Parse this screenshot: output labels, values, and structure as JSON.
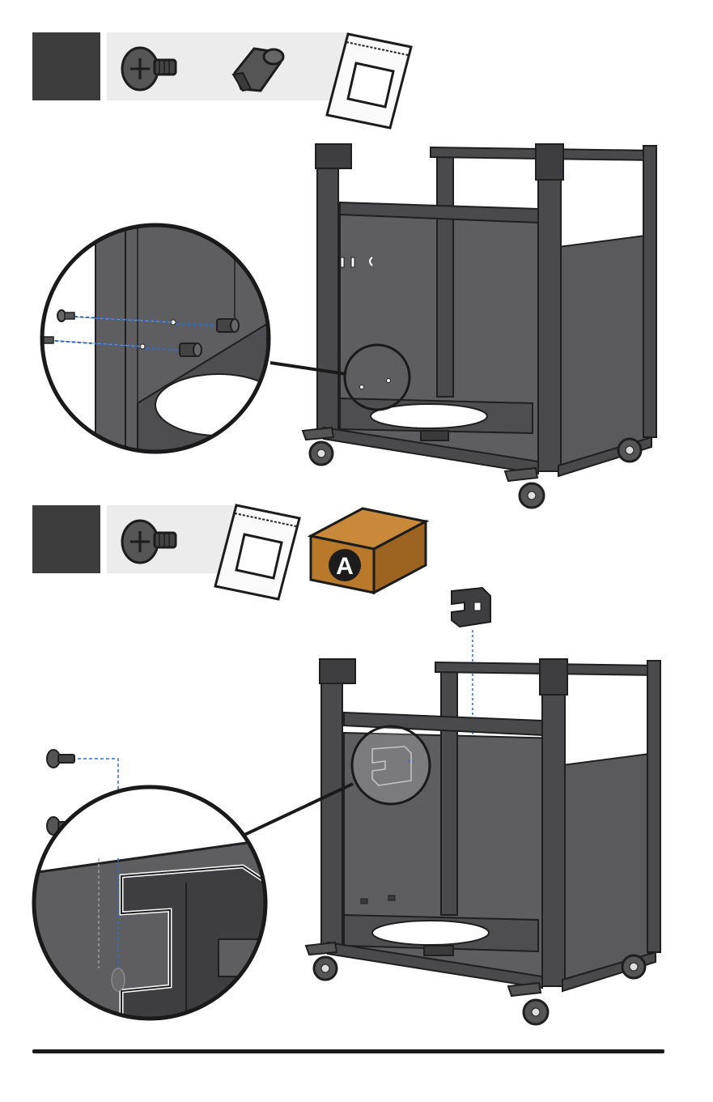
{
  "colors": {
    "step_box": "#3d3d3d",
    "parts_strip": "#ececec",
    "frame_dark": "#4a4a4c",
    "frame_outline": "#1f1f1f",
    "panel": "#5e5e61",
    "dashed_line": "#2b6cd4",
    "box_brown": "#b87a2a",
    "footer_rule": "#1a1a1a"
  },
  "steps": [
    {
      "parts": [
        "bolt-icon",
        "spacer-nut-icon",
        "hardware-bag-icon"
      ],
      "icons": {
        "magnifier": "zoom-callout-circle"
      }
    },
    {
      "parts": [
        "bolt-icon",
        "hardware-bag-icon",
        "parts-box-icon"
      ],
      "box_label": "A",
      "icons": {
        "magnifier": "zoom-callout-circle",
        "bracket": "bracket-clip-icon"
      }
    }
  ]
}
